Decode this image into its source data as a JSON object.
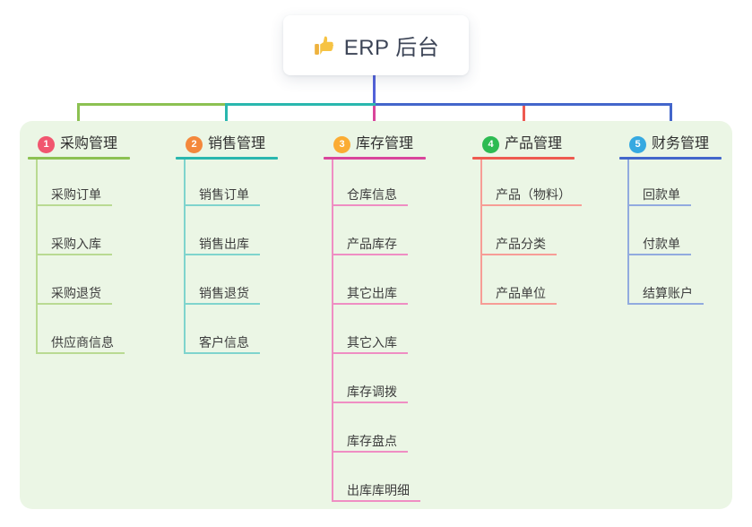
{
  "root": {
    "title": "ERP 后台",
    "icon": "thumbs-up-icon",
    "icon_color": "#f6c344",
    "icon_cuff_color": "#eeb23e",
    "connector_color": "#5362d9",
    "text_color": "#3d4557"
  },
  "panel": {
    "background": "#ebf6e5"
  },
  "branches": [
    {
      "num": "1",
      "title": "采购管理",
      "badge_color": "#f1566f",
      "line_color": "#8cc152",
      "sub_line_color": "#b9da92",
      "items": [
        "采购订单",
        "采购入库",
        "采购退货",
        "供应商信息"
      ]
    },
    {
      "num": "2",
      "title": "销售管理",
      "badge_color": "#f4883c",
      "line_color": "#29b7ae",
      "sub_line_color": "#7fd4cd",
      "items": [
        "销售订单",
        "销售出库",
        "销售退货",
        "客户信息"
      ]
    },
    {
      "num": "3",
      "title": "库存管理",
      "badge_color": "#fbac33",
      "line_color": "#d9459b",
      "sub_line_color": "#ef8ec3",
      "items": [
        "仓库信息",
        "产品库存",
        "其它出库",
        "其它入库",
        "库存调拨",
        "库存盘点",
        "出库库明细"
      ]
    },
    {
      "num": "4",
      "title": "产品管理",
      "badge_color": "#2dbb52",
      "line_color": "#ee5a50",
      "sub_line_color": "#f79d96",
      "items": [
        "产品（物料）",
        "产品分类",
        "产品单位"
      ]
    },
    {
      "num": "5",
      "title": "财务管理",
      "badge_color": "#36a9e1",
      "line_color": "#4366cb",
      "sub_line_color": "#92abdf",
      "items": [
        "回款单",
        "付款单",
        "结算账户"
      ]
    }
  ]
}
